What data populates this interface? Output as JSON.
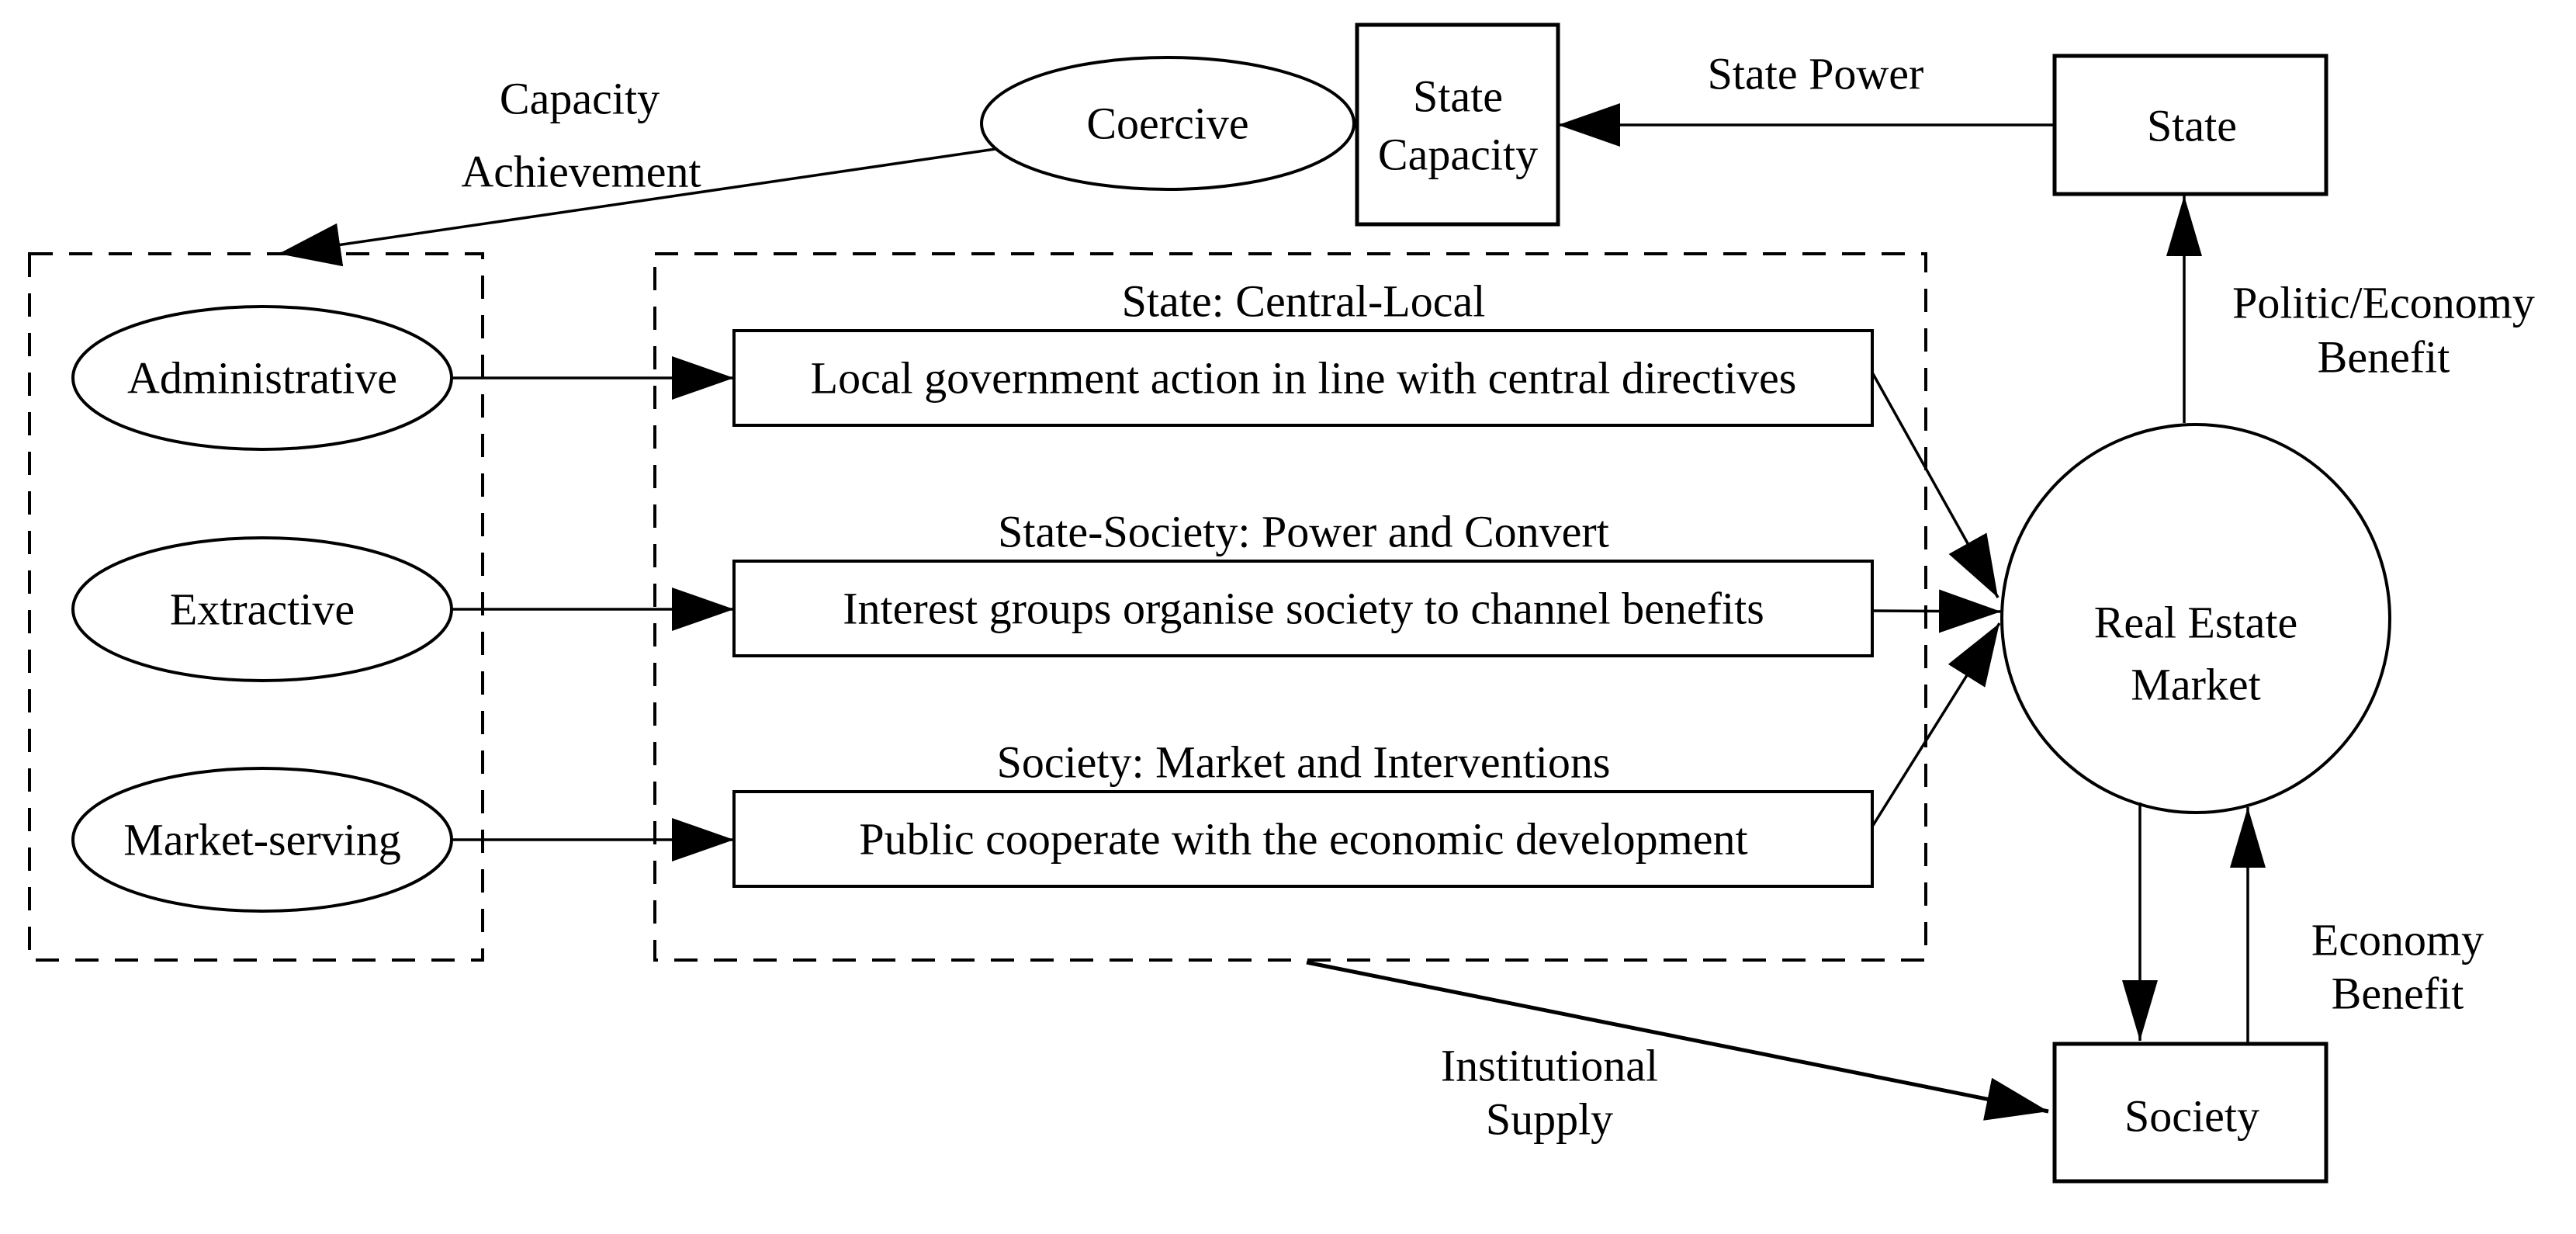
{
  "diagram": {
    "background": "#ffffff",
    "stroke_color": "#000000",
    "capacity_flow": {
      "capacity_achievement": [
        "Capacity",
        "Achievement"
      ],
      "coercive": "Coercive",
      "state_capacity": [
        "State",
        "Capacity"
      ],
      "state_power": "State Power"
    },
    "capabilities": [
      "Administrative",
      "Extractive",
      "Market-serving"
    ],
    "mechanisms": [
      {
        "heading": "State: Central-Local",
        "body": "Local government action in line with central directives"
      },
      {
        "heading": "State-Society: Power and Convert",
        "body": "Interest groups organise society to channel benefits"
      },
      {
        "heading": "Society: Market and Interventions",
        "body": "Public cooperate with the economic development"
      }
    ],
    "actors": {
      "state": "State",
      "real_estate_market": [
        "Real Estate",
        "Market"
      ],
      "society": "Society"
    },
    "edge_labels": {
      "politic_economy_benefit": [
        "Politic/Economy",
        "Benefit"
      ],
      "economy_benefit": [
        "Economy",
        "Benefit"
      ],
      "institutional_supply": [
        "Institutional",
        "Supply"
      ]
    }
  }
}
